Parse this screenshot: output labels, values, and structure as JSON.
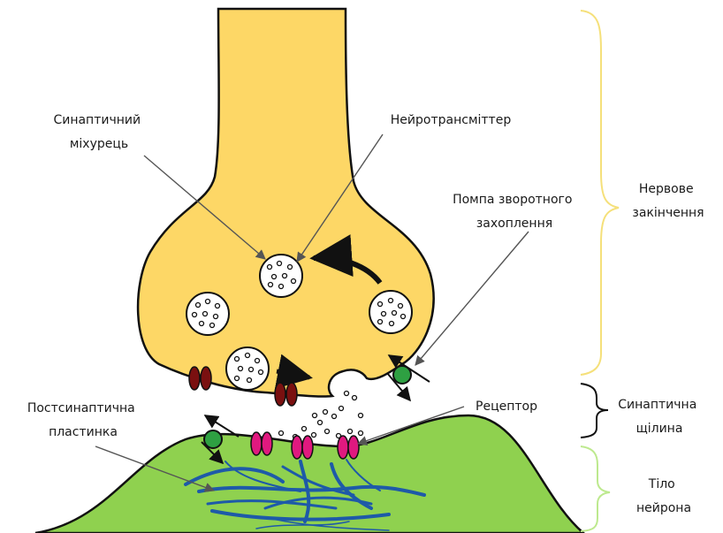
{
  "labels": {
    "synaptic_vesicle": [
      "Синаптичний",
      "міхурець"
    ],
    "neurotransmitter": "Нейротрансміттер",
    "reuptake_pump": [
      "Помпа зворотного",
      "захоплення"
    ],
    "axon_terminal": [
      "Нервове",
      "закінчення"
    ],
    "receptor": "Рецептор",
    "postsynaptic_density": [
      "Постсинаптична",
      "пластинка"
    ],
    "synaptic_cleft": [
      "Синаптична",
      "щілина"
    ],
    "neuron_body": [
      "Тіло",
      "нейрона"
    ]
  },
  "colors": {
    "terminal_fill": "#fdd766",
    "body_fill": "#8fd14f",
    "brace_terminal": "#f5e07a",
    "brace_cleft": "#111111",
    "brace_body": "#bde98e",
    "receptor": "#e0197f",
    "pump": "#2ea042",
    "calcium_channel": "#7a1010",
    "filament": "#1e5aa8"
  }
}
